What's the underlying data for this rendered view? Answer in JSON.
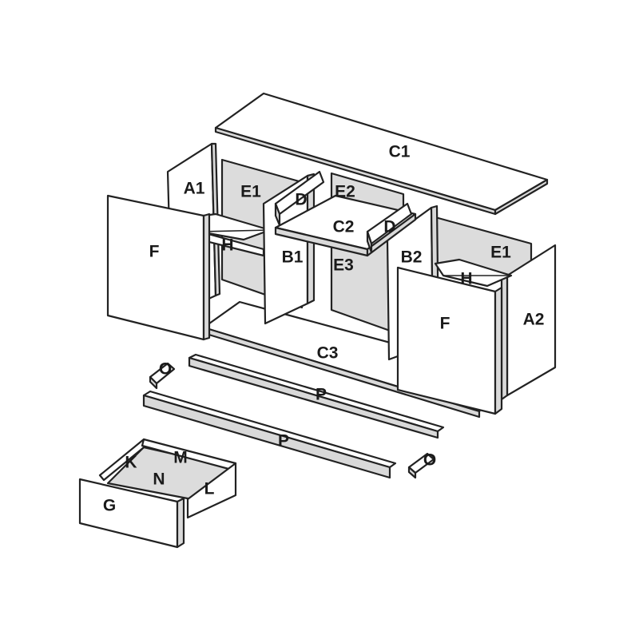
{
  "labels": {
    "C1": "C1",
    "A1": "A1",
    "A2": "A2",
    "E1_left": "E1",
    "E1_right": "E1",
    "E2": "E2",
    "E3": "E3",
    "D_left": "D",
    "D_right": "D",
    "C2": "C2",
    "F_left": "F",
    "F_right": "F",
    "H_left": "H",
    "H_right": "H",
    "B1": "B1",
    "B2": "B2",
    "C3": "C3",
    "O_left": "O",
    "O_right": "O",
    "P_upper": "P",
    "P_lower": "P",
    "K": "K",
    "M": "M",
    "N": "N",
    "L": "L",
    "G": "G"
  }
}
